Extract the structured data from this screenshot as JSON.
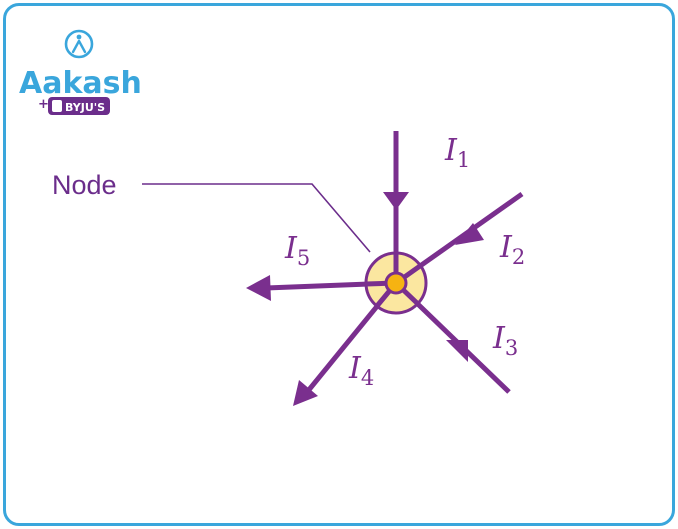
{
  "logo": {
    "brand": "Aakash",
    "partner": "BYJU'S",
    "brand_color": "#3aa6dc",
    "partner_color": "#6b2d8b"
  },
  "diagram": {
    "node_label": "Node",
    "currents": [
      {
        "symbol": "I",
        "subscript": "1"
      },
      {
        "symbol": "I",
        "subscript": "2"
      },
      {
        "symbol": "I",
        "subscript": "3"
      },
      {
        "symbol": "I",
        "subscript": "4"
      },
      {
        "symbol": "I",
        "subscript": "5"
      }
    ],
    "colors": {
      "wire": "#7a2f8e",
      "node_ring": "#fbe7a0",
      "node_dot": "#f6b312",
      "leader": "#6b2d8b",
      "frame": "#3aa6dc"
    }
  }
}
